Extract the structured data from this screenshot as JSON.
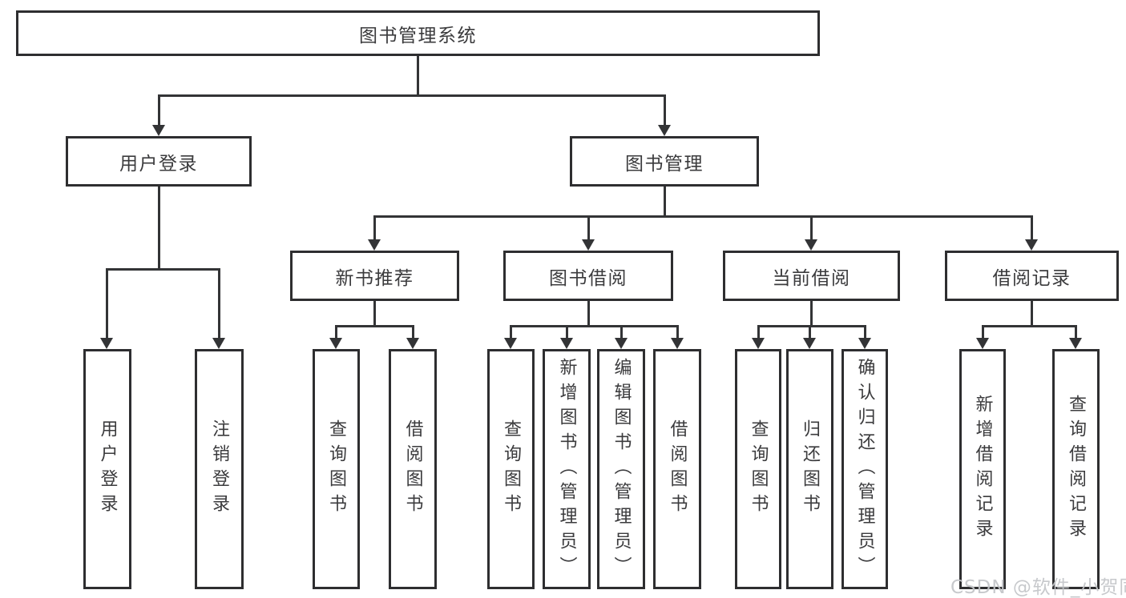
{
  "diagram": {
    "type": "hierarchy-tree",
    "root": {
      "label": "图书管理系统"
    },
    "branches": [
      {
        "label": "用户登录",
        "children": [
          {
            "label": "用户登录"
          },
          {
            "label": "注销登录"
          }
        ]
      },
      {
        "label": "图书管理",
        "children": [
          {
            "label": "新书推荐",
            "children": [
              {
                "label": "查询图书"
              },
              {
                "label": "借阅图书"
              }
            ]
          },
          {
            "label": "图书借阅",
            "children": [
              {
                "label": "查询图书"
              },
              {
                "label": "新增图书（管理员）"
              },
              {
                "label": "编辑图书（管理员）"
              },
              {
                "label": "借阅图书"
              }
            ]
          },
          {
            "label": "当前借阅",
            "children": [
              {
                "label": "查询图书"
              },
              {
                "label": "归还图书"
              },
              {
                "label": "确认归还（管理员）"
              }
            ]
          },
          {
            "label": "借阅记录",
            "children": [
              {
                "label": "新增借阅记录"
              },
              {
                "label": "查询借阅记录"
              }
            ]
          }
        ]
      }
    ],
    "watermark": "CSDN @软件_小贺同学",
    "colors": {
      "border": "#2e2e30",
      "line": "#333436",
      "text": "#3b3b3d",
      "watermark": "#c3c5c8",
      "background": "#ffffff"
    }
  }
}
